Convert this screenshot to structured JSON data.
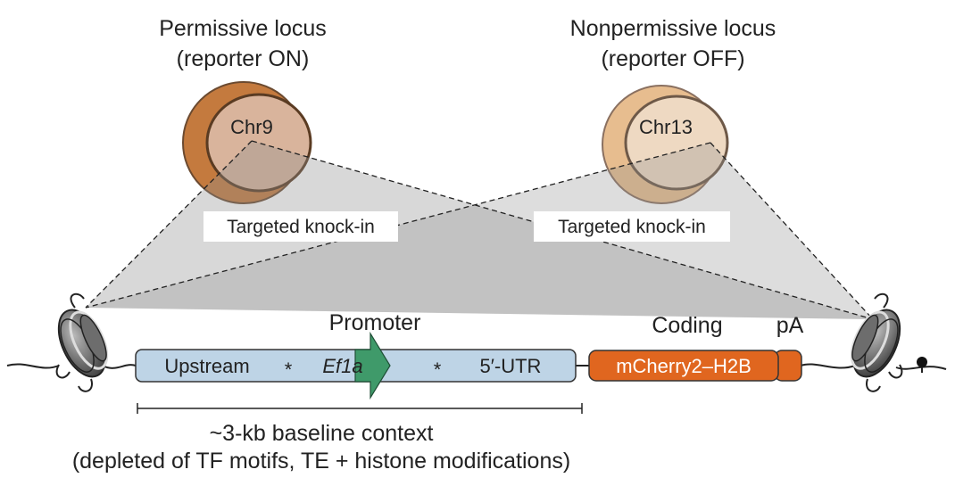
{
  "loci": {
    "permissive": {
      "title_line1": "Permissive locus",
      "title_line2": "(reporter ON)",
      "chromosome": "Chr9",
      "knockin_label": "Targeted knock-in",
      "fill_outer": "#c47a3e",
      "fill_inner": "#d9b49c"
    },
    "nonpermissive": {
      "title_line1": "Nonpermissive locus",
      "title_line2": "(reporter OFF)",
      "chromosome": "Chr13",
      "knockin_label": "Targeted knock-in",
      "fill_outer": "#e7bd8f",
      "fill_inner": "#eed9c2"
    }
  },
  "construct": {
    "promoter_label": "Promoter",
    "coding_label": "Coding",
    "pa_label": "pA",
    "segments": {
      "upstream": "Upstream",
      "promoter": "Ef1a",
      "utr": "5′-UTR",
      "coding": "mCherry2–H2B",
      "star": "*"
    },
    "colors": {
      "baseline": "#bed4e6",
      "promoter": "#3f9a6a",
      "coding": "#e0661f"
    }
  },
  "context": {
    "line1": "~3-kb baseline context",
    "line2": "(depleted of TF motifs, TE + histone modifications)"
  }
}
